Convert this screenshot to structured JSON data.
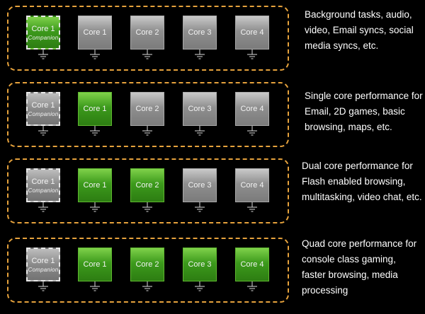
{
  "rows": [
    {
      "cores": [
        {
          "label": "Core 1",
          "sub": "Companion",
          "active": true
        },
        {
          "label": "Core 1",
          "active": false
        },
        {
          "label": "Core 2",
          "active": false
        },
        {
          "label": "Core 3",
          "active": false
        },
        {
          "label": "Core 4",
          "active": false
        }
      ],
      "description": "Background tasks, audio, video, Email syncs, social media syncs, etc."
    },
    {
      "cores": [
        {
          "label": "Core 1",
          "sub": "Companion",
          "active": false
        },
        {
          "label": "Core 1",
          "active": true
        },
        {
          "label": "Core 2",
          "active": false
        },
        {
          "label": "Core 3",
          "active": false
        },
        {
          "label": "Core 4",
          "active": false
        }
      ],
      "description": "Single core performance for Email, 2D games, basic browsing, maps, etc."
    },
    {
      "cores": [
        {
          "label": "Core 1",
          "sub": "Companion",
          "active": false
        },
        {
          "label": "Core 1",
          "active": true
        },
        {
          "label": "Core 2",
          "active": true
        },
        {
          "label": "Core 3",
          "active": false
        },
        {
          "label": "Core 4",
          "active": false
        }
      ],
      "description": "Dual core performance for Flash enabled browsing, multitasking, video chat, etc."
    },
    {
      "cores": [
        {
          "label": "Core 1",
          "sub": "Companion",
          "active": false
        },
        {
          "label": "Core 1",
          "active": true
        },
        {
          "label": "Core 2",
          "active": true
        },
        {
          "label": "Core 3",
          "active": true
        },
        {
          "label": "Core 4",
          "active": true
        }
      ],
      "description": "Quad core performance for console class gaming, faster browsing, media processing"
    }
  ],
  "colors": {
    "active": "#3c9a1c",
    "inactive": "#8f8f8f",
    "border": "#e6a23c"
  }
}
